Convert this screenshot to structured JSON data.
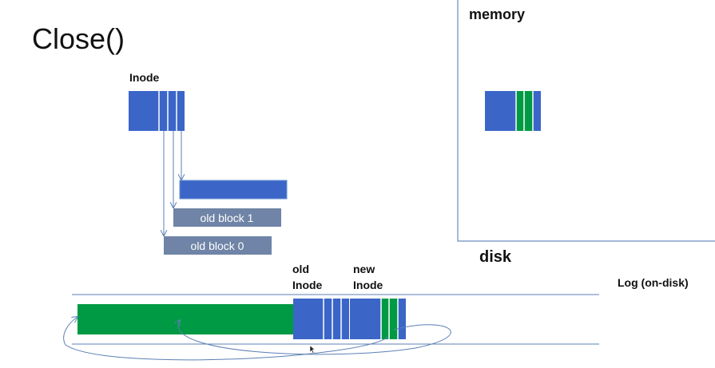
{
  "title": "Close()",
  "labels": {
    "inode": "Inode",
    "memory": "memory",
    "disk": "disk",
    "old_inode": "old\nInode",
    "new_inode": "new\nInode",
    "log": "Log (on-disk)"
  },
  "blocks": {
    "old_block_1": "old block 1",
    "old_block_0": "old block 0"
  },
  "colors": {
    "inode_blue": "#3b66c8",
    "data_green": "#009a44",
    "old_block_gray": "#6f84a6",
    "line": "#5b7fb4"
  }
}
